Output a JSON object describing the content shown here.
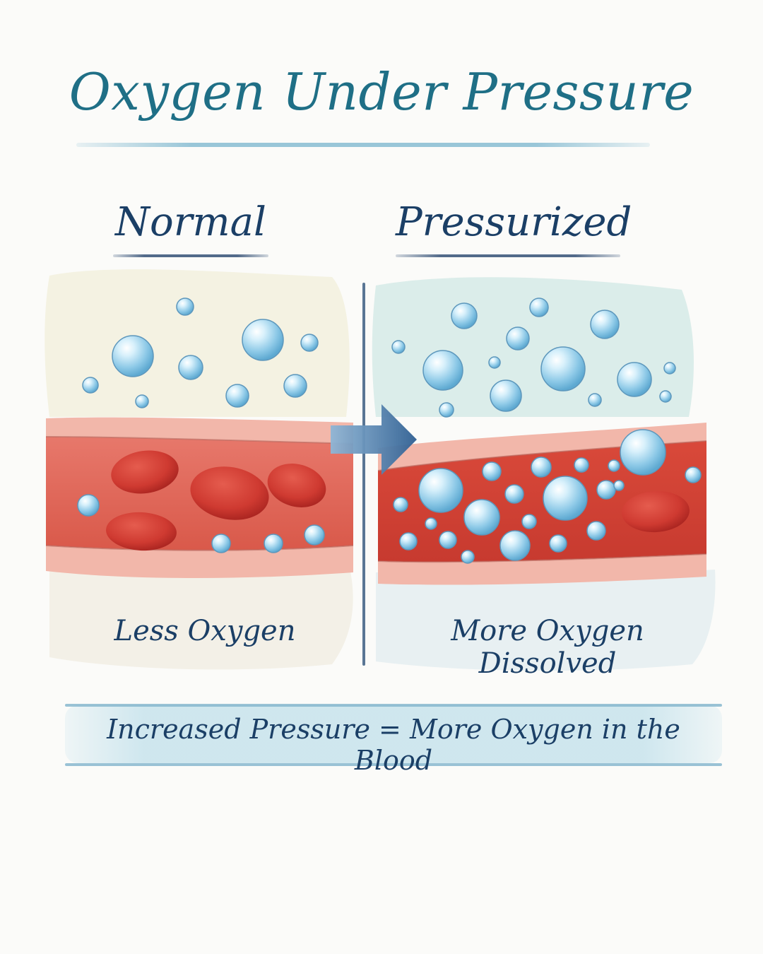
{
  "title": "Oxygen Under Pressure",
  "panels": {
    "left": {
      "heading": "Normal",
      "caption": "Less Oxygen"
    },
    "right": {
      "heading": "Pressurized",
      "caption": "More Oxygen Dissolved"
    }
  },
  "summary": "Increased Pressure = More Oxygen in the Blood",
  "colors": {
    "title": "#1f6f86",
    "text": "#1b3f66",
    "blood": "#d75645",
    "cell": "#c9302c",
    "oxygen": "#9fd2ea",
    "vessel_wall": "#f2b7aa"
  },
  "icons": {
    "transition": "arrow-right-icon",
    "divider": "vertical-divider"
  }
}
